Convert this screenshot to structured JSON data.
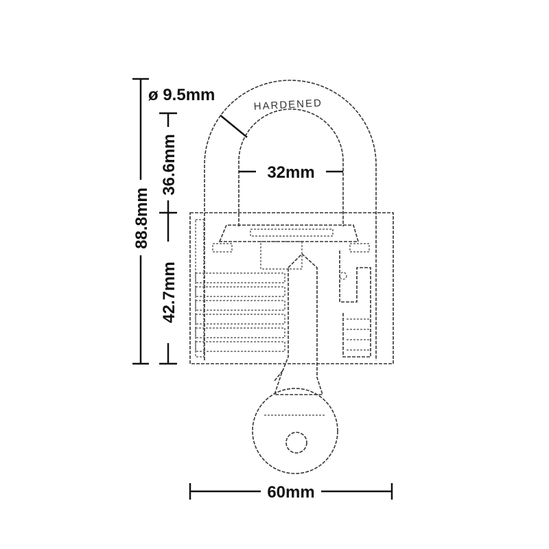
{
  "diagram": {
    "shackle_engraving": "HARDENED",
    "key_engraving": "",
    "dimensions": {
      "shackle_diameter": "ø 9.5mm",
      "shackle_clearance_height": "36.6mm",
      "total_height": "88.8mm",
      "body_height": "42.7mm",
      "shackle_inner_width": "32mm",
      "body_width": "60mm"
    }
  }
}
